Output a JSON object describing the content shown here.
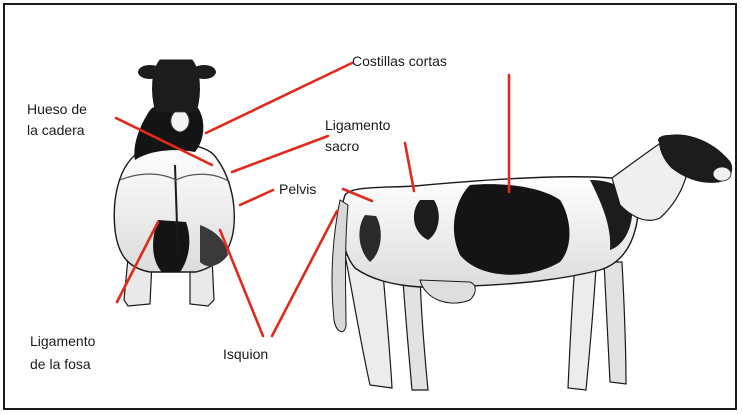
{
  "labels": {
    "costillas": "Costillas cortas",
    "hueso_1": "Hueso de",
    "hueso_2": "la cadera",
    "ligamento_sacro_1": "Ligamento",
    "ligamento_sacro_2": "sacro",
    "pelvis": "Pelvis",
    "ligamento_fosa_1": "Ligamento",
    "ligamento_fosa_2": "de la fosa",
    "isquion": "Isquion"
  },
  "colors": {
    "pointer": "#e02a1b",
    "ink": "#1a1a1a",
    "spot": "#141414",
    "hide": "#f4f4f2"
  }
}
